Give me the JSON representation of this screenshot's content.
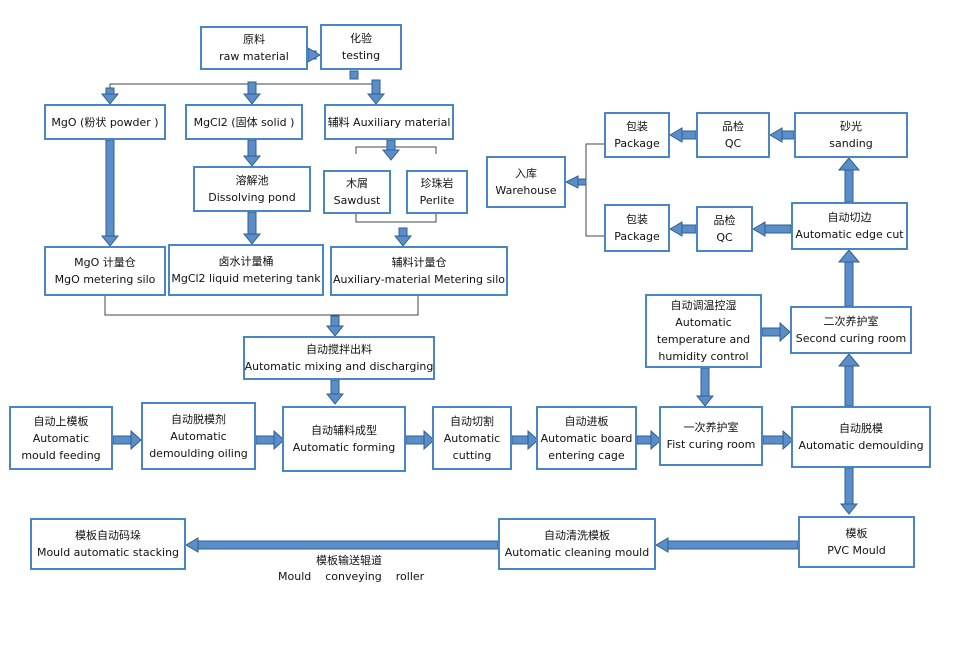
{
  "boxes": {
    "raw_material": {
      "zh": "原料",
      "en": "raw material"
    },
    "testing": {
      "zh": "化验",
      "en": "testing"
    },
    "mgo_powder": {
      "en": "MgO (粉状 powder )"
    },
    "mgcl2_solid": {
      "en": "MgCl2 (固体 solid )"
    },
    "auxiliary_material": {
      "en": "辅料 Auxiliary material"
    },
    "dissolving_pond": {
      "zh": "溶解池",
      "en": "Dissolving pond"
    },
    "sawdust": {
      "zh": "木屑",
      "en": "Sawdust"
    },
    "perlite": {
      "zh": "珍珠岩",
      "en": "Perlite"
    },
    "mgo_metering_silo": {
      "zh": "MgO 计量仓",
      "en": "MgO metering silo"
    },
    "mgcl2_metering_tank": {
      "zh": "卤水计量桶",
      "en": "MgCl2 liquid metering tank"
    },
    "aux_metering_silo": {
      "zh": "辅料计量仓",
      "en": "Auxiliary-material Metering silo"
    },
    "mixing_discharging": {
      "zh": "自动搅拌出料",
      "en": "Automatic mixing and discharging"
    },
    "mould_feeding": {
      "zh": "自动上模板",
      "en1": "Automatic",
      "en2": "mould feeding"
    },
    "demoulding_oiling": {
      "zh": "自动脱模剂",
      "en1": "Automatic",
      "en2": "demoulding oiling"
    },
    "forming": {
      "zh": "自动辅料成型",
      "en": "Automatic forming"
    },
    "cutting": {
      "zh": "自动切割",
      "en1": "Automatic",
      "en2": "cutting"
    },
    "board_entering_cage": {
      "zh": "自动进板",
      "en1": "Automatic board",
      "en2": "entering cage"
    },
    "first_curing": {
      "zh": "一次养护室",
      "en": "Fist curing room"
    },
    "demoulding": {
      "zh": "自动脱模",
      "en": "Automatic demoulding"
    },
    "temp_humidity": {
      "zh": "自动调温控湿",
      "en1": "Automatic",
      "en2": "temperature and",
      "en3": "humidity control"
    },
    "second_curing": {
      "zh": "二次养护室",
      "en": "Second curing room"
    },
    "edge_cut": {
      "zh": "自动切边",
      "en": "Automatic edge cut"
    },
    "sanding": {
      "zh": "砂光",
      "en": "sanding"
    },
    "qc_top": {
      "zh": "品检",
      "en": "QC"
    },
    "qc_bottom": {
      "zh": "品检",
      "en": "QC"
    },
    "package_top": {
      "zh": "包装",
      "en": "Package"
    },
    "package_bottom": {
      "zh": "包装",
      "en": "Package"
    },
    "warehouse": {
      "zh": "入库",
      "en": "Warehouse"
    },
    "pvc_mould": {
      "zh": "模板",
      "en": "PVC Mould"
    },
    "cleaning_mould": {
      "zh": "自动清洗模板",
      "en": "Automatic cleaning mould"
    },
    "mould_stacking": {
      "zh": "模板自动码垛",
      "en": "Mould automatic stacking"
    }
  },
  "roller_label": {
    "zh": "模板输送辊道",
    "en": "Mould    conveying    roller"
  },
  "colors": {
    "box_border": "#4a86c0",
    "arrow_fill": "#5b8ec8",
    "arrow_stroke": "#2f5f91",
    "connector": "#444444"
  }
}
